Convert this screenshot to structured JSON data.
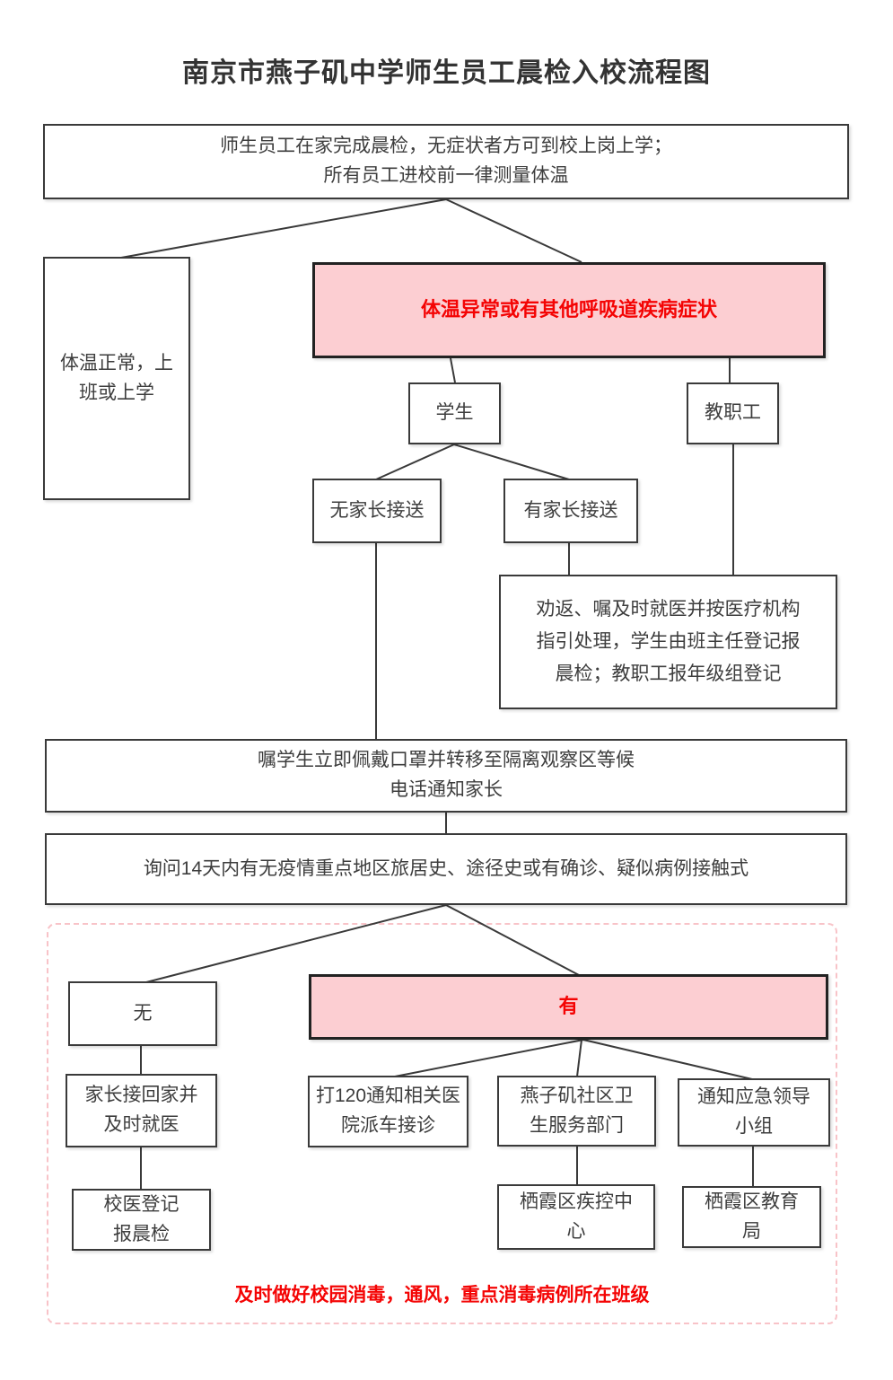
{
  "title": "南京市燕子矶中学师生员工晨检入校流程图",
  "colors": {
    "pink_fill": "#fcced2",
    "red_text": "#f40404",
    "box_border": "#3a3a3a",
    "dashed_border": "#f8c3c8",
    "text": "#3d3d3d",
    "background": "#ffffff"
  },
  "nodes": {
    "start": "师生员工在家完成晨检，无症状者方可到校上岗上学；\n所有员工进校前一律测量体温",
    "normal_temp": "体温正常，上班或上学",
    "abnormal_temp": "体温异常或有其他呼吸道疾病症状",
    "student": "学生",
    "staff": "教职工",
    "no_parent_pickup": "无家长接送",
    "with_parent_pickup": "有家长接送",
    "persuade_return": "劝返、嘱及时就医并按医疗机构指引处理，学生由班主任登记报晨检；教职工报年级组登记",
    "isolate_wait": "嘱学生立即佩戴口罩并转移至隔离观察区等候\n电话通知家长",
    "inquiry_14days": "询问14天内有无疫情重点地区旅居史、途径史或有确诊、疑似病例接触式",
    "no": "无",
    "yes": "有",
    "parent_take_home": "家长接回家并及时就医",
    "call_120": "打120通知相关医院派车接诊",
    "community_health": "燕子矶社区卫生服务部门",
    "notify_emergency_team": "通知应急领导小组",
    "school_doctor_register": "校医登记报晨检",
    "district_cdc": "栖霞区疾控中心",
    "district_education": "栖霞区教育局",
    "disinfection_note": "及时做好校园消毒，通风，重点消毒病例所在班级"
  }
}
